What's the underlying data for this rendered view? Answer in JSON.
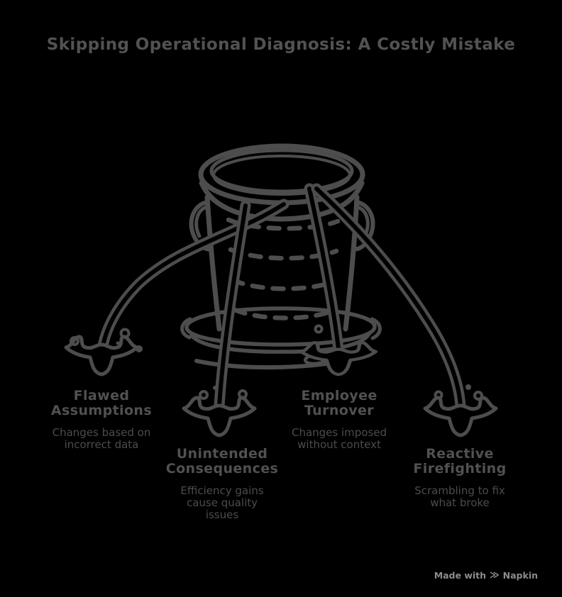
{
  "page": {
    "title": "Skipping Operational Diagnosis: A Costly Mistake",
    "background_color": "#000000",
    "sketch_color": "#4d4d4d",
    "heading_text_color": "#515151",
    "description_text_color": "#4c4c4c",
    "watermark_color": "#8c8c8c"
  },
  "diagram": {
    "type": "leaky-bucket-sketch",
    "bucket_icon": "leaky-bucket-icon",
    "leaks": [
      {
        "heading": "Flawed\nAssumptions",
        "description": "Changes based on\nincorrect data"
      },
      {
        "heading": "Unintended\nConsequences",
        "description": "Efficiency gains\ncause quality\nissues"
      },
      {
        "heading": "Employee\nTurnover",
        "description": "Changes imposed\nwithout context"
      },
      {
        "heading": "Reactive\nFirefighting",
        "description": "Scrambling to fix\nwhat broke"
      }
    ]
  },
  "watermark": {
    "prefix": "Made with",
    "logo_glyph": "≫",
    "brand": "Napkin"
  }
}
